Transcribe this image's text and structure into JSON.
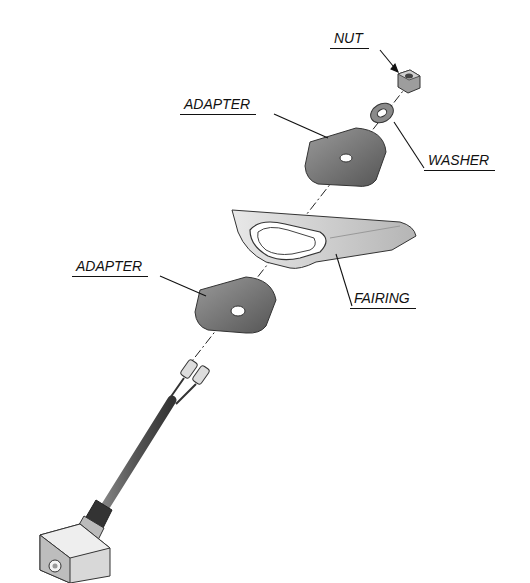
{
  "diagram": {
    "labels": [
      "NUT",
      "ADAPTER",
      "WASHER",
      "ADAPTER",
      "FAIRING"
    ]
  }
}
